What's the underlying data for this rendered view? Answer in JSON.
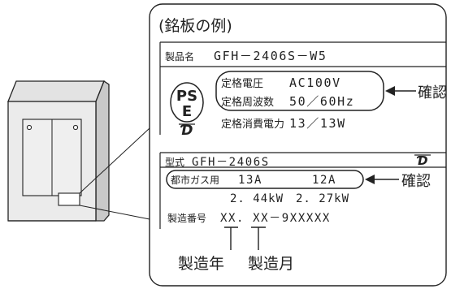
{
  "title": "(銘板の例)",
  "plate_top": {
    "product_name_label": "製品名",
    "product_name_value": "GFH－2406S－W5",
    "pse_line1": "PS",
    "pse_line2": "E",
    "rows": [
      {
        "label": "定格電圧",
        "value": "AC100V"
      },
      {
        "label": "定格周波数",
        "value": "50／60Hz"
      },
      {
        "label": "定格消費電力",
        "value": "13／13W"
      }
    ]
  },
  "plate_bottom": {
    "model_label": "型式",
    "model_value": "GFH－2406S",
    "gas_label": "都市ガス用",
    "gas_values": [
      "13A",
      "12A"
    ],
    "power_values": [
      "2. 44kW",
      "2. 27kW"
    ],
    "serial_label": "製造番号",
    "serial_value": "XX. XX－9XXXXX"
  },
  "callouts": {
    "check_1": "確認",
    "check_2": "確認",
    "year": "製造年",
    "month": "製造月"
  },
  "icons": [
    "pse-mark-icon",
    "gas-logo-icon",
    "arrow-left-icon",
    "heater-device-illustration"
  ],
  "colors": {
    "line": "#222222",
    "device_fill": "#ebebeb",
    "device_shadow": "#c9c9c9"
  }
}
